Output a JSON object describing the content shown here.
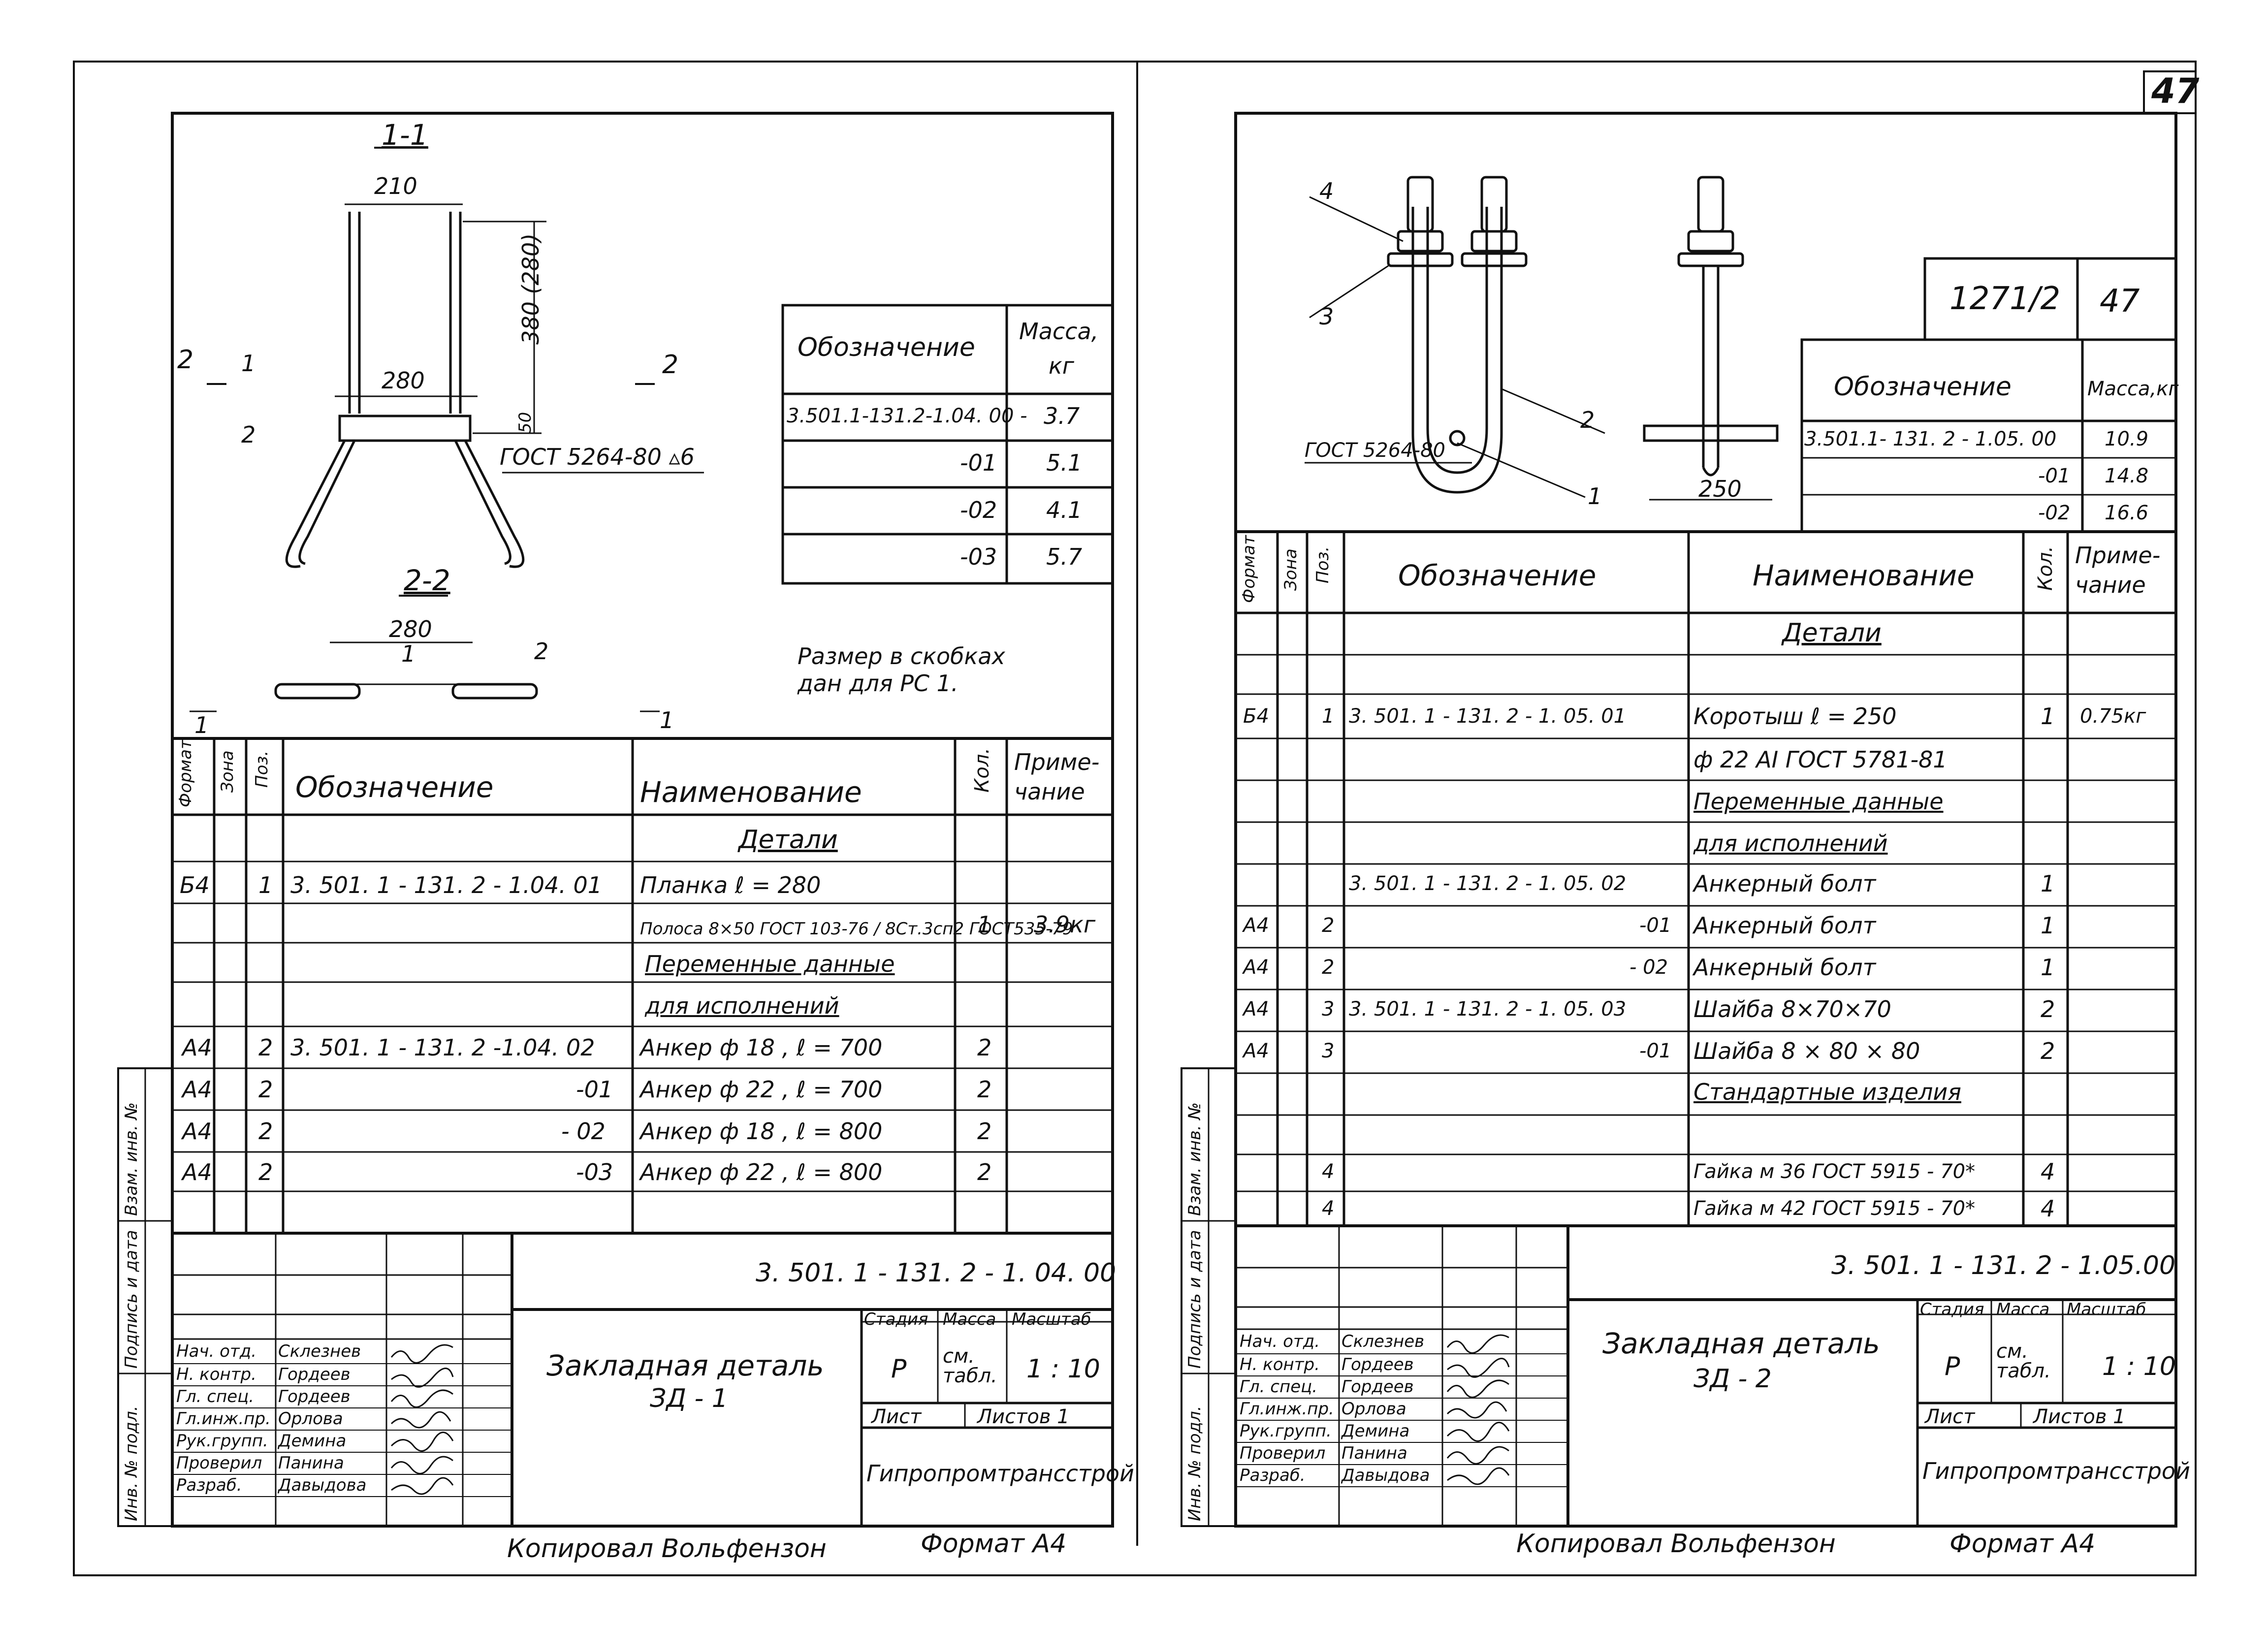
{
  "page_number": "47",
  "left": {
    "sections": {
      "s11": "1-1",
      "s22": "2-2"
    },
    "dims": {
      "d210": "210",
      "d280a": "280",
      "d380": "380 (280)",
      "d50": "50",
      "d280b": "280",
      "gost_weld": "ГОСТ 5264-80 ▵6"
    },
    "callouts": {
      "c1": "1",
      "c2": "2",
      "c1b": "1",
      "c2b": "2",
      "cut2a": "2",
      "cut2b": "2",
      "cut1a": "1",
      "cut1b": "1"
    },
    "note": [
      "Размер в скобках",
      "дан для  РС 1."
    ],
    "mass_table": {
      "h1": "Обозначение",
      "h2": [
        "Масса,",
        "кг"
      ],
      "rows": [
        [
          "3.501.1-131.2-1.04. 00 -",
          "3.7"
        ],
        [
          "-01",
          "5.1"
        ],
        [
          "-02",
          "4.1"
        ],
        [
          "-03",
          "5.7"
        ]
      ]
    },
    "spec": {
      "headers": {
        "format": "Формат",
        "zone": "Зона",
        "pos": "Поз.",
        "designation": "Обозначение",
        "name": "Наименование",
        "qty": "Кол.",
        "note": [
          "Приме-",
          "чание"
        ]
      },
      "rows": [
        {
          "f": "",
          "p": "",
          "d": "",
          "n": "Детали",
          "q": "",
          "r": "",
          "u": true
        },
        {
          "f": "Б4",
          "p": "1",
          "d": "3. 501. 1 - 131. 2 - 1.04. 01",
          "n": "Планка    ℓ = 280",
          "q": "",
          "r": ""
        },
        {
          "f": "",
          "p": "",
          "d": "",
          "n": "Полоса  8×50 ГОСТ 103-76 / 8Ст.3сп2 ГОСТ535-79",
          "q": "1",
          "r": "3.9кг"
        },
        {
          "f": "",
          "p": "",
          "d": "",
          "n": "Переменные   данные",
          "q": "",
          "r": "",
          "u": true
        },
        {
          "f": "",
          "p": "",
          "d": "",
          "n": "для    исполнений",
          "q": "",
          "r": "",
          "u": true
        },
        {
          "f": "А4",
          "p": "2",
          "d": "3. 501. 1 - 131. 2 -1.04. 02",
          "n": "Анкер  ф 18 ,  ℓ = 700",
          "q": "2",
          "r": ""
        },
        {
          "f": "А4",
          "p": "2",
          "d": "-01",
          "n": "Анкер   ф 22 ,  ℓ = 700",
          "q": "2",
          "r": ""
        },
        {
          "f": "А4",
          "p": "2",
          "d": "- 02",
          "n": "Анкер   ф 18 ,  ℓ = 800",
          "q": "2",
          "r": ""
        },
        {
          "f": "А4",
          "p": "2",
          "d": "-03",
          "n": "Анкер   ф 22 ,  ℓ = 800",
          "q": "2",
          "r": ""
        }
      ]
    },
    "title_block": {
      "code": "3. 501. 1 - 131. 2 - 1. 04. 00",
      "title": [
        "Закладная  деталь",
        "ЗД - 1"
      ],
      "stage_h": "Стадия",
      "mass_h": "Масса",
      "scale_h": "Масштаб",
      "stage": "Р",
      "mass": "см. табл.",
      "scale": "1 : 10",
      "sheet": "Лист",
      "sheets": "Листов  1",
      "org": "Гипропромтрансстрой",
      "people": [
        [
          "Нач. отд.",
          "Склезнев"
        ],
        [
          "Н. контр.",
          "Гордеев"
        ],
        [
          "Гл. спец.",
          "Гордеев"
        ],
        [
          "Гл.инж.пр.",
          "Орлова"
        ],
        [
          "Рук.групп.",
          "Демина"
        ],
        [
          "Проверил",
          "Панина"
        ],
        [
          "Разраб.",
          "Давыдова"
        ]
      ]
    },
    "side_stamps": [
      "Инв. № подл.",
      "Подпись и дата",
      "Взам. инв. №"
    ],
    "footer": {
      "copied": "Копировал  Вольфензон",
      "format": "Формат  А4"
    }
  },
  "right": {
    "doc_no": "1271/2",
    "doc_sheet": "47",
    "callouts": {
      "c4": "4",
      "c3": "3",
      "c2": "2",
      "c1": "1",
      "gost_weld": "ГОСТ 5264-80",
      "d250": "250"
    },
    "mass_table": {
      "h1": "Обозначение",
      "h2": "Масса,кг",
      "rows": [
        [
          "3.501.1- 131. 2 - 1.05. 00",
          "10.9"
        ],
        [
          "-01",
          "14.8"
        ],
        [
          "-02",
          "16.6"
        ]
      ]
    },
    "spec": {
      "headers": {
        "format": "Формат",
        "zone": "Зона",
        "pos": "Поз.",
        "designation": "Обозначение",
        "name": "Наименование",
        "qty": "Кол.",
        "note": [
          "Приме-",
          "чание"
        ]
      },
      "rows": [
        {
          "f": "",
          "p": "",
          "d": "",
          "n": "Детали",
          "q": "",
          "r": "",
          "u": true
        },
        {
          "f": "",
          "p": "",
          "d": "",
          "n": "",
          "q": "",
          "r": ""
        },
        {
          "f": "Б4",
          "p": "1",
          "d": "3. 501. 1 - 131. 2 -  1. 05. 01",
          "n": "Коротыш        ℓ = 250",
          "q": "1",
          "r": "0.75кг"
        },
        {
          "f": "",
          "p": "",
          "d": "",
          "n": "ф 22 АI    ГОСТ 5781-81",
          "q": "",
          "r": ""
        },
        {
          "f": "",
          "p": "",
          "d": "",
          "n": "Переменные  данные",
          "q": "",
          "r": "",
          "u": true
        },
        {
          "f": "",
          "p": "",
          "d": "",
          "n": "для   исполнений",
          "q": "",
          "r": "",
          "u": true
        },
        {
          "f": "",
          "p": "",
          "d": "3. 501. 1 - 131. 2  -  1. 05. 02",
          "n": "Анкерный  болт",
          "q": "1",
          "r": ""
        },
        {
          "f": "А4",
          "p": "2",
          "d": "-01",
          "n": "Анкерный  болт",
          "q": "1",
          "r": ""
        },
        {
          "f": "А4",
          "p": "2",
          "d": "- 02",
          "n": "Анкерный  болт",
          "q": "1",
          "r": ""
        },
        {
          "f": "А4",
          "p": "3",
          "d": "3. 501. 1 - 131. 2 - 1. 05. 03",
          "n": "Шайба    8×70×70",
          "q": "2",
          "r": ""
        },
        {
          "f": "А4",
          "p": "3",
          "d": "-01",
          "n": "Шайба    8 × 80 × 80",
          "q": "2",
          "r": ""
        },
        {
          "f": "",
          "p": "",
          "d": "",
          "n": "Стандартные  изделия",
          "q": "",
          "r": "",
          "u": true
        },
        {
          "f": "",
          "p": "",
          "d": "",
          "n": "",
          "q": "",
          "r": ""
        },
        {
          "f": "",
          "p": "4",
          "d": "",
          "n": "Гайка  м 36   ГОСТ 5915 - 70*",
          "q": "4",
          "r": ""
        },
        {
          "f": "",
          "p": "4",
          "d": "",
          "n": "Гайка  м 42  ГОСТ 5915 - 70*",
          "q": "4",
          "r": ""
        }
      ]
    },
    "title_block": {
      "code": "3. 501. 1 - 131. 2 - 1.05.00",
      "title": [
        "Закладная   деталь",
        "ЗД - 2"
      ],
      "stage_h": "Стадия",
      "mass_h": "Масса",
      "scale_h": "Масштаб",
      "stage": "Р",
      "mass": "см. табл.",
      "scale": "1 : 10",
      "sheet": "Лист",
      "sheets": "Листов  1",
      "org": "Гипропромтрансстрой",
      "people": [
        [
          "Нач. отд.",
          "Склезнев"
        ],
        [
          "Н. контр.",
          "Гордеев"
        ],
        [
          "Гл. спец.",
          "Гордеев"
        ],
        [
          "Гл.инж.пр.",
          "Орлова"
        ],
        [
          "Рук.групп.",
          "Демина"
        ],
        [
          "Проверил",
          "Панина"
        ],
        [
          "Разраб.",
          "Давыдова"
        ]
      ]
    },
    "side_stamps": [
      "Инв. № подл.",
      "Подпись и дата",
      "Взам. инв. №"
    ],
    "footer": {
      "copied": "Копировал  Вольфензон",
      "format": "Формат   А4"
    }
  }
}
